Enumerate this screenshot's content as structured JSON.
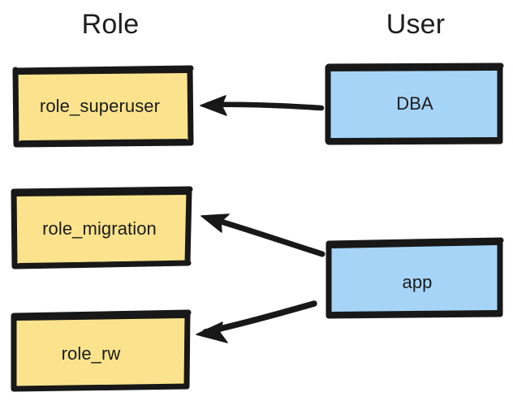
{
  "diagram": {
    "title_columns": [
      {
        "id": "role",
        "label": "Role"
      },
      {
        "id": "user",
        "label": "User"
      }
    ],
    "colors": {
      "role_fill": "#FAE38C",
      "user_fill": "#A6D4F7",
      "stroke": "#181818",
      "text": "#1b1b1b",
      "background": "#ffffff"
    },
    "nodes": [
      {
        "id": "role_superuser",
        "label": "role_superuser",
        "type": "role",
        "column": "Role"
      },
      {
        "id": "role_migration",
        "label": "role_migration",
        "type": "role",
        "column": "Role"
      },
      {
        "id": "role_rw",
        "label": "role_rw",
        "type": "role",
        "column": "Role"
      },
      {
        "id": "dba",
        "label": "DBA",
        "type": "user",
        "column": "User"
      },
      {
        "id": "app",
        "label": "app",
        "type": "user",
        "column": "User"
      }
    ],
    "edges": [
      {
        "id": "dba-to-role_superuser",
        "from": "DBA",
        "to": "role_superuser",
        "direction": "left",
        "style": "solid-arrow"
      },
      {
        "id": "app-to-role_migration",
        "from": "app",
        "to": "role_migration",
        "direction": "up-left",
        "style": "solid-arrow"
      },
      {
        "id": "app-to-role_rw",
        "from": "app",
        "to": "role_rw",
        "direction": "down-left",
        "style": "solid-arrow"
      }
    ]
  }
}
